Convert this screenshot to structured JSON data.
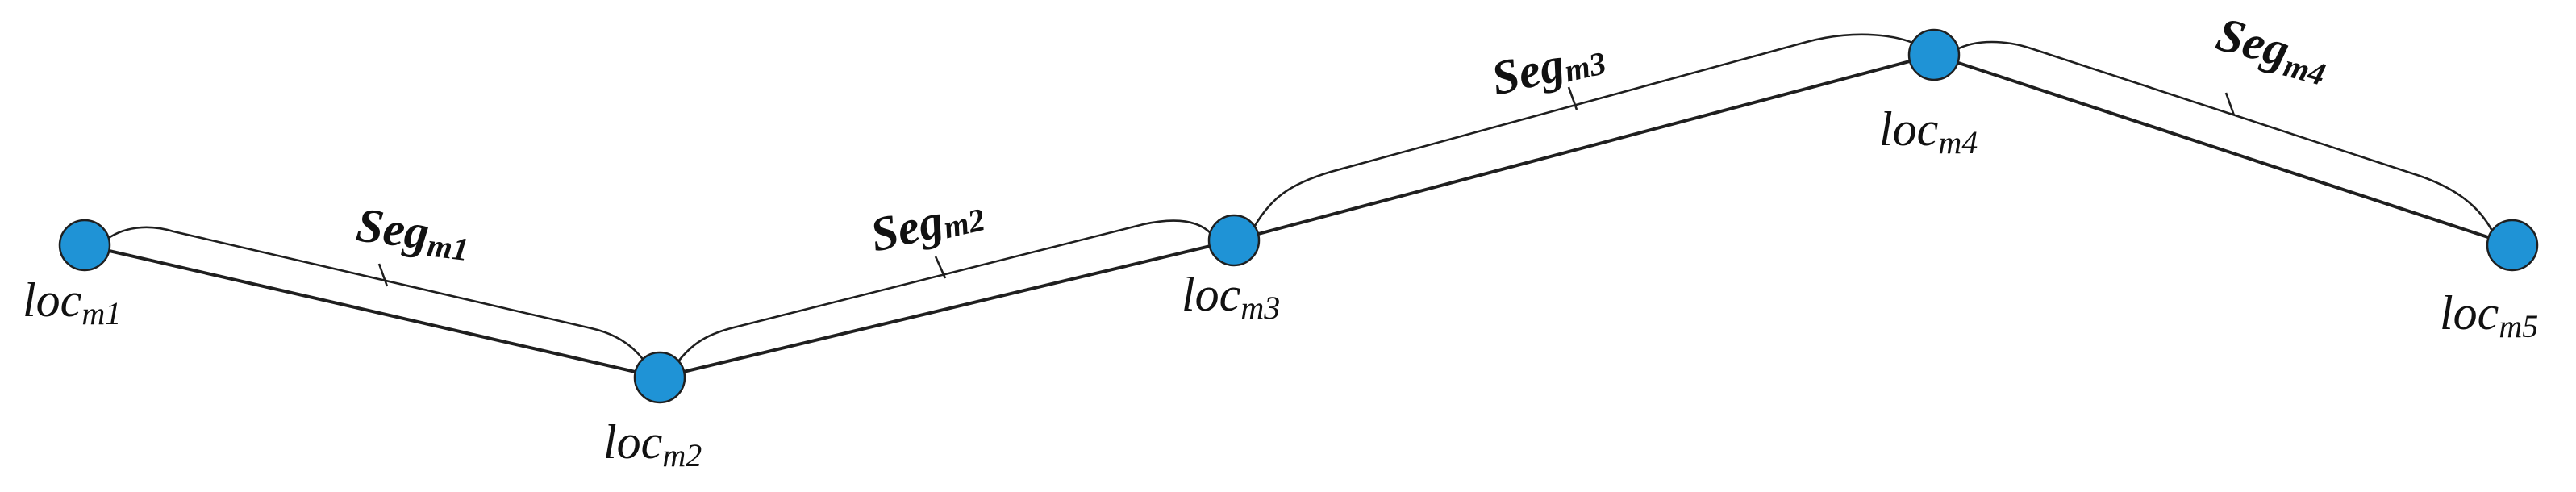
{
  "colors": {
    "node_fill": "#1f93d6",
    "stroke": "#1f1f1f",
    "background": "#ffffff"
  },
  "locations": [
    {
      "main": "loc",
      "sub": "m1"
    },
    {
      "main": "loc",
      "sub": "m2"
    },
    {
      "main": "loc",
      "sub": "m3"
    },
    {
      "main": "loc",
      "sub": "m4"
    },
    {
      "main": "loc",
      "sub": "m5"
    }
  ],
  "segments": [
    {
      "main": "Seg",
      "sub": "m1",
      "from": 0,
      "to": 1
    },
    {
      "main": "Seg",
      "sub": "m2",
      "from": 1,
      "to": 2
    },
    {
      "main": "Seg",
      "sub": "m3",
      "from": 2,
      "to": 3
    },
    {
      "main": "Seg",
      "sub": "m4",
      "from": 3,
      "to": 4
    }
  ]
}
